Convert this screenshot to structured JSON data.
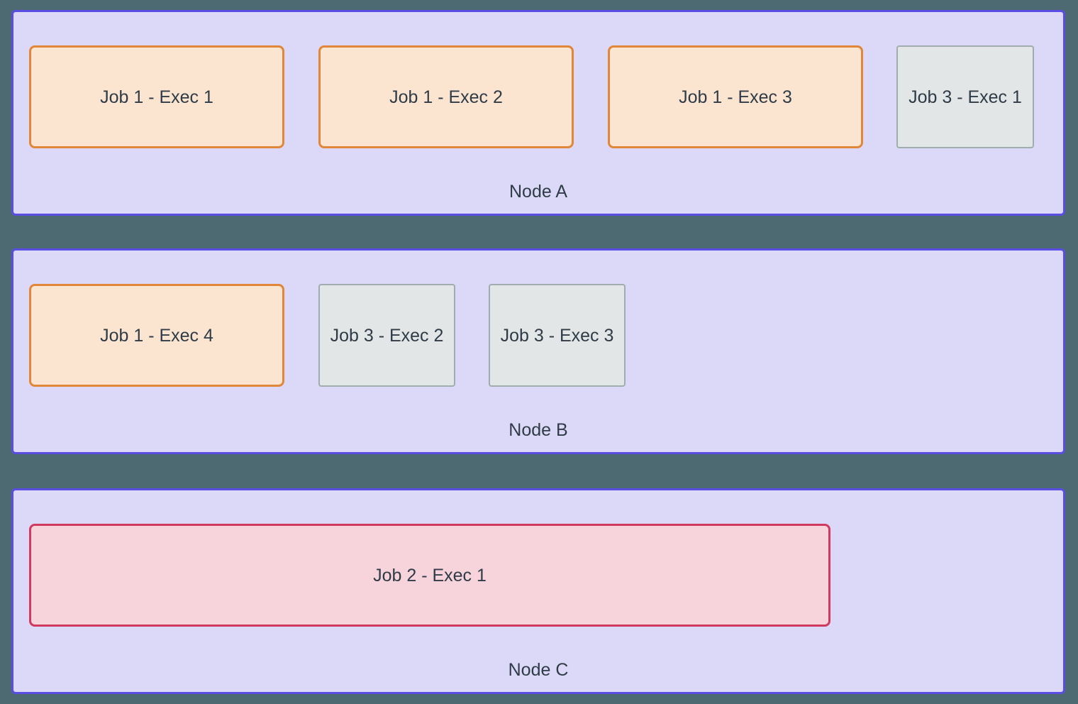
{
  "colors": {
    "background": "#4d6a73",
    "node_fill": "#dcd9f8",
    "node_border": "#5a4ee2",
    "job1_fill": "#fbe5d1",
    "job1_border": "#e1873b",
    "job3_fill": "#e2e6e7",
    "job3_border": "#a0acae",
    "job2_fill": "#f7d4dc",
    "job2_border": "#d13a5f",
    "text": "#2f3c47"
  },
  "nodes": [
    {
      "label": "Node A",
      "execs": [
        {
          "label": "Job 1 - Exec 1",
          "job": "Job 1"
        },
        {
          "label": "Job 1 - Exec 2",
          "job": "Job 1"
        },
        {
          "label": "Job 1 - Exec 3",
          "job": "Job 1"
        },
        {
          "label": "Job 3 - Exec 1",
          "job": "Job 3"
        }
      ]
    },
    {
      "label": "Node B",
      "execs": [
        {
          "label": "Job 1 - Exec 4",
          "job": "Job 1"
        },
        {
          "label": "Job 3 - Exec 2",
          "job": "Job 3"
        },
        {
          "label": "Job 3 - Exec 3",
          "job": "Job 3"
        }
      ]
    },
    {
      "label": "Node C",
      "execs": [
        {
          "label": "Job 2 - Exec 1",
          "job": "Job 2"
        }
      ]
    }
  ]
}
